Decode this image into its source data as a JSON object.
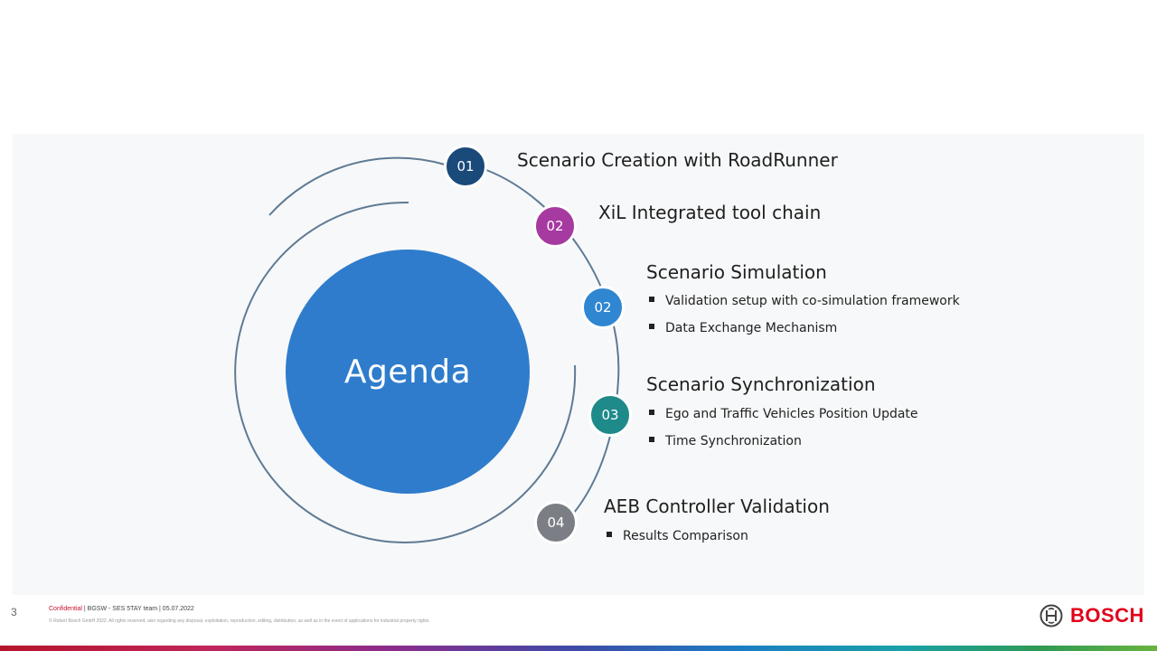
{
  "center_label": "Agenda",
  "items": [
    {
      "number": "01",
      "color": "#1a4a7a",
      "title": "Scenario Creation with RoadRunner",
      "bullets": []
    },
    {
      "number": "02",
      "color": "#a63aa0",
      "title": "XiL Integrated tool chain",
      "bullets": []
    },
    {
      "number": "02",
      "color": "#2f86d1",
      "title": "Scenario Simulation",
      "bullets": [
        "Validation setup with co-simulation framework",
        "Data Exchange Mechanism"
      ]
    },
    {
      "number": "03",
      "color": "#1e8a8a",
      "title": "Scenario Synchronization",
      "bullets": [
        "Ego and Traffic Vehicles Position Update",
        "Time Synchronization"
      ]
    },
    {
      "number": "04",
      "color": "#7b7f85",
      "title": "AEB Controller Validation",
      "bullets": [
        "Results Comparison"
      ]
    }
  ],
  "footer": {
    "page_number": "3",
    "confidential_label": "Confidential",
    "confidential_rest": " | BGSW - SES 5TAY team | 05.07.2022",
    "legal": "© Robert Bosch GmbH 2022. All rights reserved, also regarding any disposal, exploitation, reproduction, editing, distribution, as well as in the event of applications for industrial property rights.",
    "logo_text": "BOSCH",
    "logo_icon": "bosch-armature-icon",
    "brand_color": "#e2001a"
  }
}
